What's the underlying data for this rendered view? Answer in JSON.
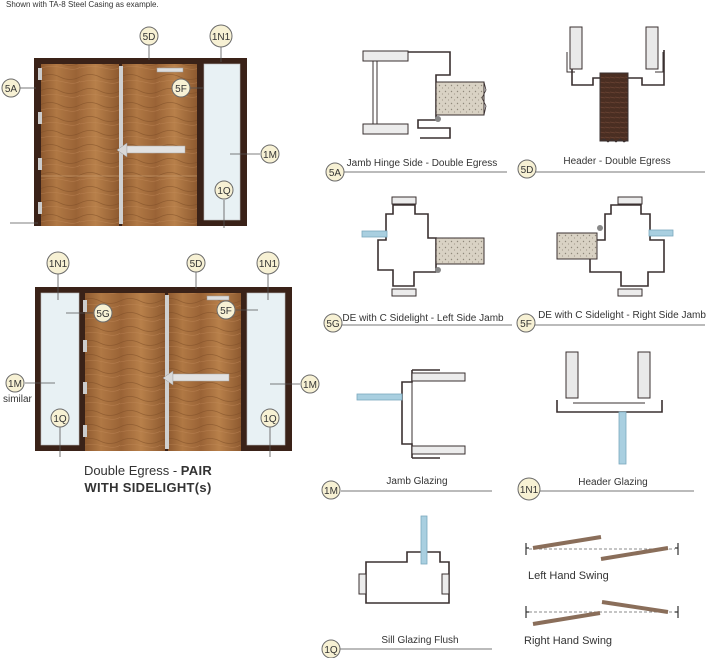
{
  "note": "Shown with TA-8 Steel Casing as example.",
  "elevation_caption": {
    "prefix": "Double Egress - ",
    "bold1": "PAIR",
    "bold2": "WITH SIDELIGHT(s)"
  },
  "callouts": {
    "top": [
      "5D",
      "1N1",
      "5A",
      "5F",
      "1M",
      "1Q"
    ],
    "bottom": [
      "1N1",
      "5D",
      "1N1",
      "5G",
      "5F",
      "1M",
      "1M",
      "1Q"
    ],
    "similar": "similar"
  },
  "details": [
    {
      "tag": "5A",
      "label": "Jamb Hinge Side - Double Egress"
    },
    {
      "tag": "5D",
      "label": "Header - Double Egress"
    },
    {
      "tag": "5G",
      "label": "DE with C Sidelight - Left Side Jamb"
    },
    {
      "tag": "5F",
      "label": "DE with C Sidelight - Right Side Jamb"
    },
    {
      "tag": "1M",
      "label": "Jamb Glazing"
    },
    {
      "tag": "1N1",
      "label": "Header Glazing"
    },
    {
      "tag": "1Q",
      "label": "Sill Glazing Flush"
    }
  ],
  "swings": {
    "left": "Left Hand Swing",
    "right": "Right Hand Swing"
  },
  "colors": {
    "frame": "#3a2218",
    "wood": "#a06a3c",
    "glass": "#e8f1f4",
    "glazing": "#a9cfe0",
    "callout_fill": "#f7f1d4",
    "callout_stroke": "#6b6b6b"
  }
}
